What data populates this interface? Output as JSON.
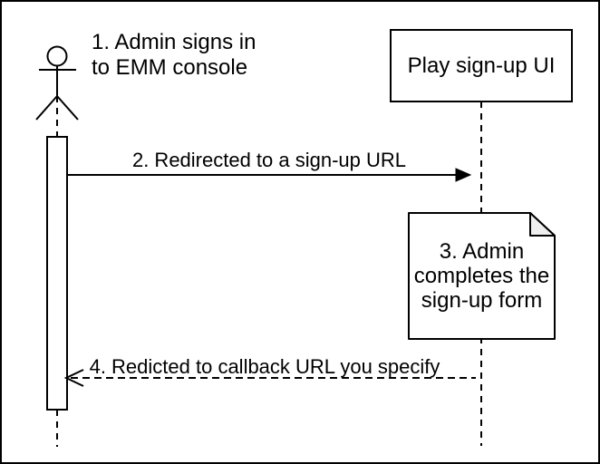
{
  "canvas": {
    "background": "#ffffff",
    "border_color": "#000000",
    "stroke_color": "#000000"
  },
  "actor": {
    "label": "1. Admin signs in\nto EMM console"
  },
  "lifelines": {
    "play": {
      "title": "Play sign-up UI"
    }
  },
  "note": {
    "text": "3. Admin\ncompletes the\nsign-up form",
    "fold_color": "#eeeeee"
  },
  "messages": [
    {
      "label": "2. Redirected to a sign-up URL",
      "style": "solid",
      "direction": "right"
    },
    {
      "label": "4. Redicted to callback URL you specify",
      "style": "dashed",
      "direction": "left"
    }
  ]
}
